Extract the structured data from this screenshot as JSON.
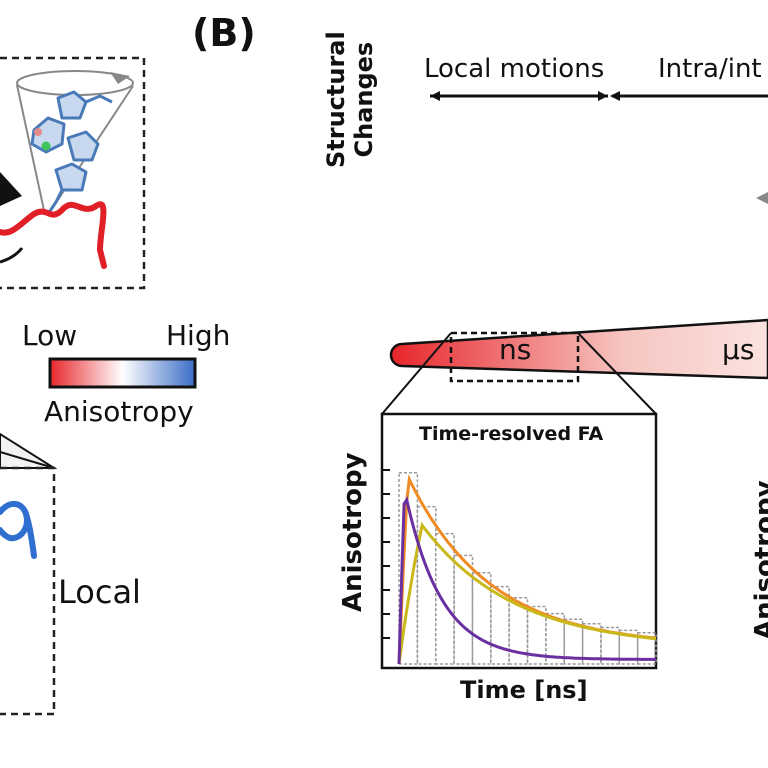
{
  "panel_label": "(B)",
  "structural_changes": {
    "line1": "Structural",
    "line2": "Changes"
  },
  "timescale_labels": {
    "local_motions": "Local motions",
    "intra_inter": "Intra/int"
  },
  "colorbar": {
    "low_label": "Low",
    "high_label": "High",
    "title": "Anisotropy",
    "colors": {
      "low": "#e8262b",
      "mid": "#ffffff",
      "high": "#3a6cc6"
    }
  },
  "local_label": "Local",
  "timescale_bar": {
    "ns_label": "ns",
    "us_label": "μs",
    "color": "#e8262b"
  },
  "inset": {
    "title": "Time-resolved FA",
    "ylabel": "Anisotropy",
    "xlabel": "Time [ns]",
    "curve_colors": {
      "orange": "#f08a24",
      "yellow": "#c9b81a",
      "purple": "#6a2fa0",
      "histogram": "#9a9a9a"
    }
  },
  "right_ylabel": "Anisotropy",
  "colors": {
    "protein_red": "#e01f26",
    "protein_blue": "#2f6fd0",
    "cone_gray": "#888888",
    "molecule": "#4a79b8"
  }
}
